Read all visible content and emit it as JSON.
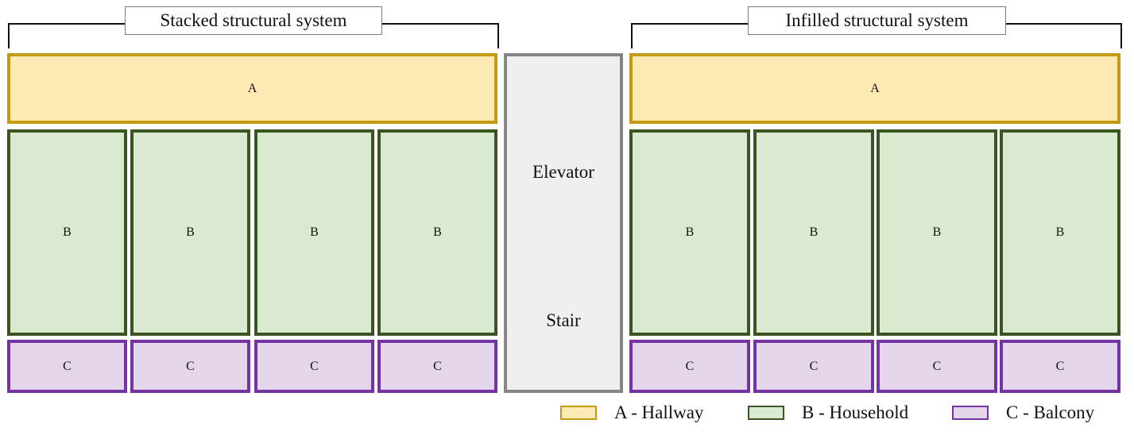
{
  "sections": {
    "left_title": "Stacked structural system",
    "right_title": "Infilled structural system"
  },
  "cells": {
    "hallway": "A",
    "household": "B",
    "balcony": "C"
  },
  "core": {
    "elevator": "Elevator",
    "stair": "Stair"
  },
  "legend": [
    {
      "label": "A - Hallway",
      "color": "#c39a12",
      "fill": "#fde9b3"
    },
    {
      "label": "B - Household",
      "color": "#3a5522",
      "fill": "#daead1"
    },
    {
      "label": "C - Balcony",
      "color": "#7432a2",
      "fill": "#e3d6ea"
    }
  ]
}
